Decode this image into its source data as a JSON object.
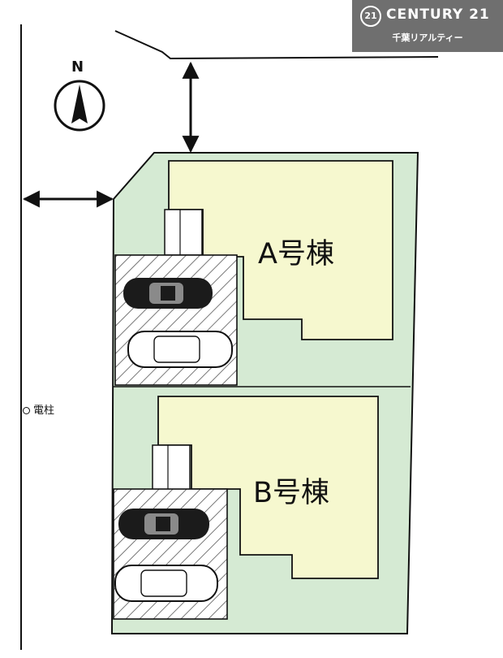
{
  "branding": {
    "logo_mark": "21",
    "brand_name": "CENTURY 21",
    "agency_name": "千葉リアルティー",
    "background_color": "#6f6f6f"
  },
  "compass": {
    "north_label": "N"
  },
  "legend": {
    "utility_pole_label": "電柱"
  },
  "buildings": [
    {
      "id": "A",
      "label": "A号棟",
      "fill_color": "#f6f8cf"
    },
    {
      "id": "B",
      "label": "B号棟",
      "fill_color": "#f6f8cf"
    }
  ],
  "colors": {
    "lot_fill": "#d5ead3",
    "parking_hatch": "#555555",
    "line": "#111111"
  }
}
